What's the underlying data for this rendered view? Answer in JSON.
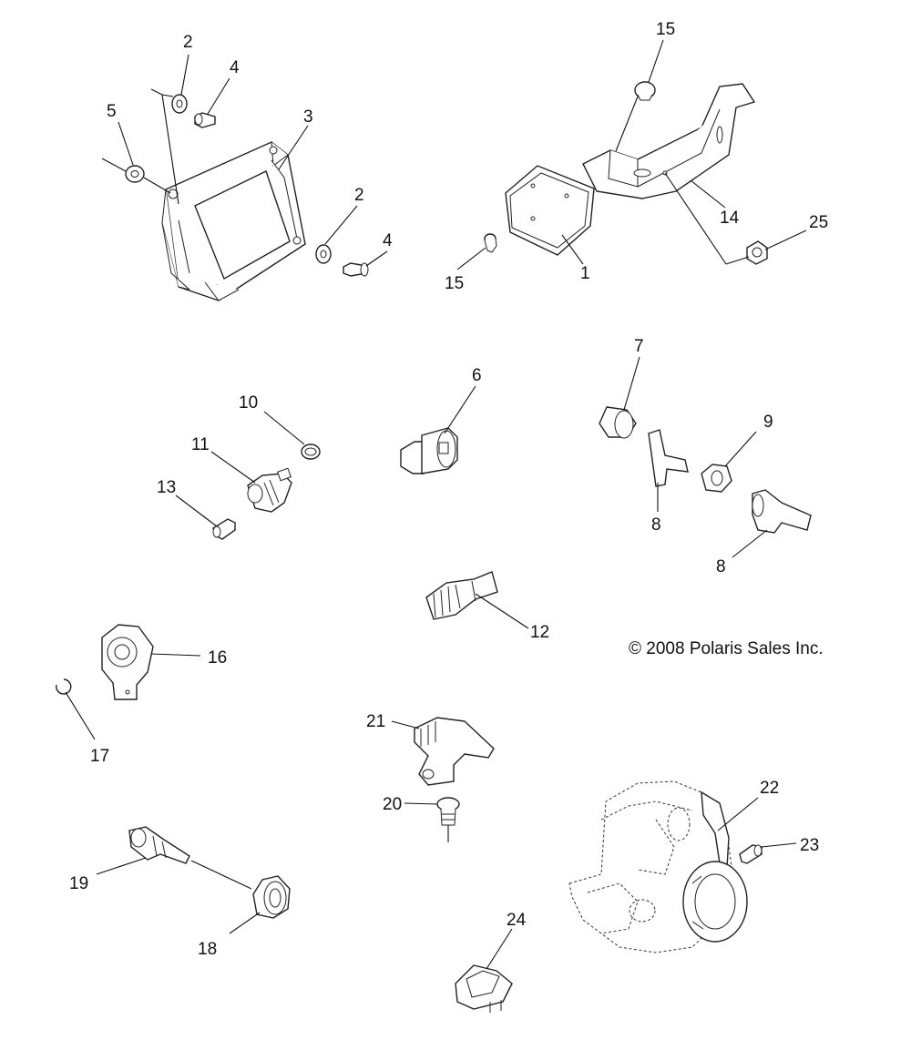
{
  "copyright": "© 2008 Polaris Sales Inc.",
  "callouts": {
    "c1": "1",
    "c2a": "2",
    "c2b": "2",
    "c3": "3",
    "c4a": "4",
    "c4b": "4",
    "c5": "5",
    "c6": "6",
    "c7": "7",
    "c8a": "8",
    "c8b": "8",
    "c9": "9",
    "c10": "10",
    "c11": "11",
    "c12": "12",
    "c13": "13",
    "c14": "14",
    "c15a": "15",
    "c15b": "15",
    "c16": "16",
    "c17": "17",
    "c18": "18",
    "c19": "19",
    "c20": "20",
    "c21": "21",
    "c22": "22",
    "c23": "23",
    "c24": "24",
    "c25": "25"
  }
}
